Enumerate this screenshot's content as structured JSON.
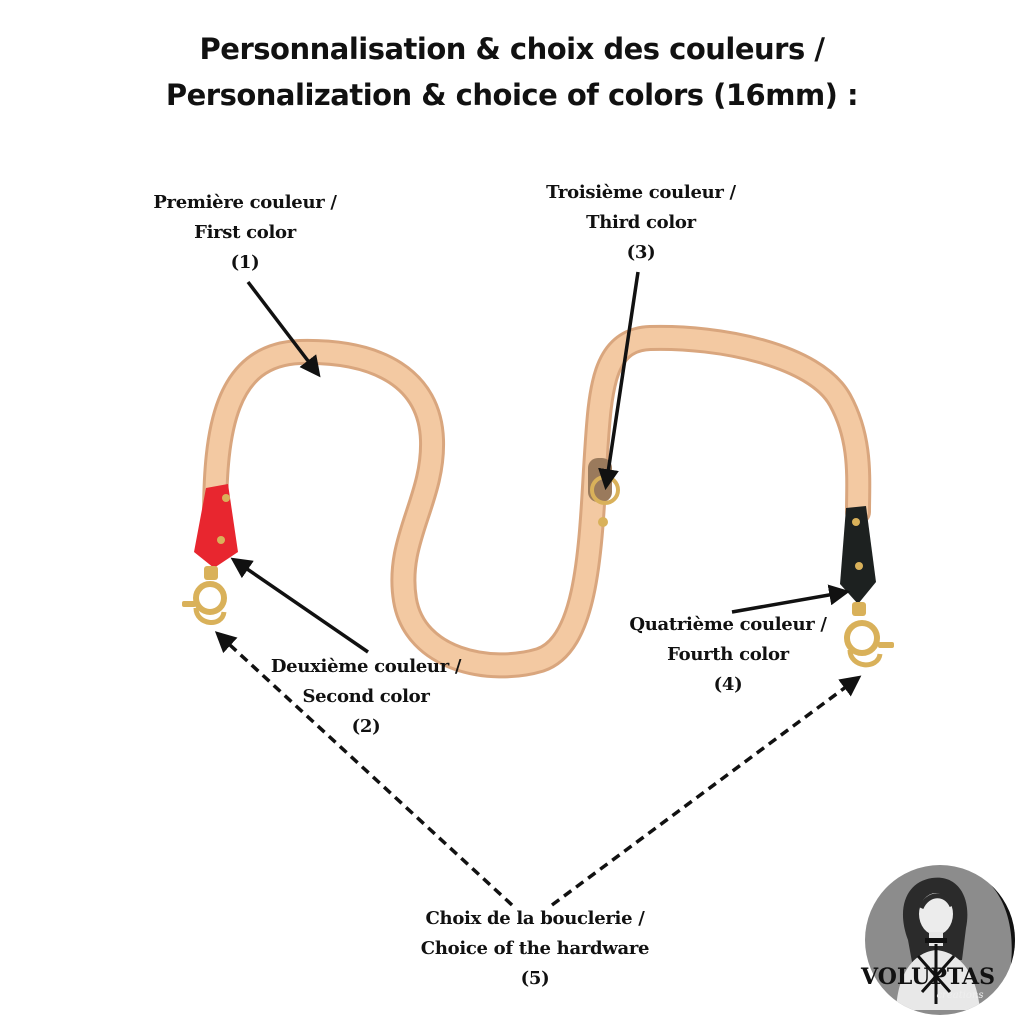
{
  "title": {
    "line1": "Personnalisation & choix des couleurs /",
    "line2": "Personalization & choice of colors (16mm) :"
  },
  "callouts": [
    {
      "fr": "Première couleur /",
      "en": "First color",
      "num": "(1)"
    },
    {
      "fr": "Deuxième couleur /",
      "en": "Second color",
      "num": "(2)"
    },
    {
      "fr": "Troisième couleur /",
      "en": "Third color",
      "num": "(3)"
    },
    {
      "fr": "Quatrième couleur /",
      "en": "Fourth color",
      "num": "(4)"
    },
    {
      "fr": "Choix de la bouclerie /",
      "en": "Choice of the hardware",
      "num": "(5)"
    }
  ],
  "logo": {
    "wordmark": "VOLUPTAS",
    "sub": "creations"
  },
  "colors": {
    "strap": "#f3c9a2",
    "strap_edge": "#d9a67e",
    "first_color_end": "#e8262f",
    "third_color_keeper": "#9a7a5c",
    "fourth_color_end": "#1d2120",
    "hardware_gold": "#d9b15a",
    "arrow": "#111111",
    "logo_disc": "#8c8c8c"
  }
}
